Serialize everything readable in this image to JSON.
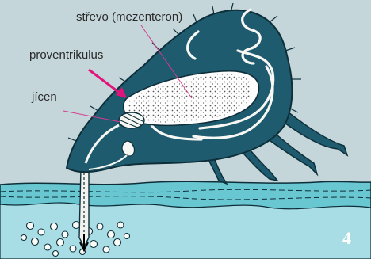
{
  "diagram": {
    "labels": {
      "midgut": "střevo (mezenteron)",
      "proventriculus": "proventrikulus",
      "esophagus": "jícen"
    },
    "panel_number": "4",
    "colors": {
      "background": "#c4d6da",
      "skin_layer": "#69c7d2",
      "skin_deep": "#a8dde6",
      "tick_body": "#1f5b6f",
      "tick_outline": "#0e2f3a",
      "gut_fill": "#fdfdfd",
      "pointer_accent": "#e0147a",
      "pointer_thin": "#d43c8e"
    }
  }
}
